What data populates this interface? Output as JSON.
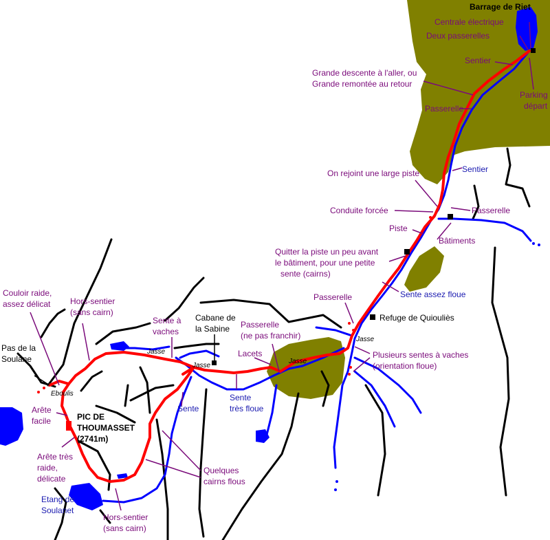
{
  "colors": {
    "terrain": "#808000",
    "route": "#ff0000",
    "water": "#0000ff",
    "ridge": "#000000",
    "label": "#7a0a7a",
    "water_label": "#1a1ab0"
  },
  "places": {
    "barrage": "Barrage de Riet",
    "refuge": "Refuge de Quiouliès",
    "cabane_line1": "Cabane de",
    "cabane_line2": "la Sabine",
    "pas_line1": "Pas de la",
    "pas_line2": "Soulane",
    "pic_line1": "PIC DE",
    "pic_line2": "THOUMASSET",
    "pic_alt": "(2741m)",
    "etang_line1": "Etang de",
    "etang_line2": "Soulanet"
  },
  "small": {
    "jasse": "Jasse",
    "eboulis": "Eboulis"
  },
  "notes": {
    "centrale": "Centrale électrique",
    "deux_passerelles": "Deux passerelles",
    "sentier_top": "Sentier",
    "grande_l1": "Grande descente à l'aller, ou",
    "grande_l2": "Grande remontée au retour",
    "parking_l1": "Parking",
    "parking_l2": "départ",
    "passerelle_top": "Passerelle",
    "sentier_mid": "Sentier",
    "on_rejoint": "On rejoint une large piste",
    "conduite": "Conduite forcée",
    "passerelle_right": "Passerelle",
    "piste": "Piste",
    "batiments": "Bâtiments",
    "quitter_l1": "Quitter la piste un peu avant",
    "quitter_l2": "le bâtiment, pour une petite",
    "quitter_l3": "sente (cairns)",
    "sente_floue": "Sente assez floue",
    "passerelle_mid": "Passerelle",
    "plusieurs_l1": "Plusieurs sentes à vaches",
    "plusieurs_l2": "(orientation floue)",
    "passerelle_nf_l1": "Passerelle",
    "passerelle_nf_l2": "(ne pas franchir)",
    "lacets": "Lacets",
    "sente_tres_l1": "Sente",
    "sente_tres_l2": "très floue",
    "sente_vaches_l1": "Sente à",
    "sente_vaches_l2": "vaches",
    "hors_top_l1": "Hors-sentier",
    "hors_top_l2": "(sans cairn)",
    "couloir_l1": "Couloir raide,",
    "couloir_l2": "assez délicat",
    "arete_facile_l1": "Arête",
    "arete_facile_l2": "facile",
    "arete_raide_l1": "Arête très",
    "arete_raide_l2": "raide,",
    "arete_raide_l3": "délicate",
    "sente_low": "Sente",
    "cairns_l1": "Quelques",
    "cairns_l2": "cairns flous",
    "hors_bot_l1": "Hors-sentier",
    "hors_bot_l2": "(sans cairn)"
  }
}
